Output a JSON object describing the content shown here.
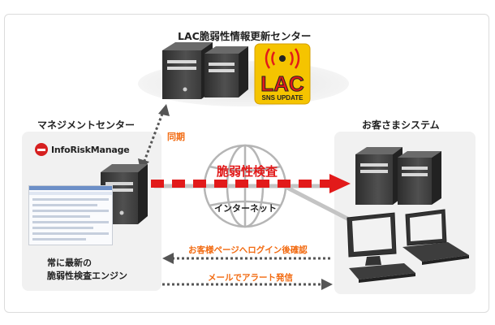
{
  "labels": {
    "lac_center": "LAC脆弱性情報更新センター",
    "lac_badge_main": "LAC",
    "lac_badge_sub": "SNS UPDATE",
    "management_center": "マネジメントセンター",
    "sync": "同期",
    "logo_text": "InfoRiskManage",
    "engine_line1": "常に最新の",
    "engine_line2": "脆弱性検査エンジン",
    "vuln_check": "脆弱性検査",
    "internet": "インターネット",
    "customer_system": "お客さまシステム",
    "login_confirm": "お客様ページへログイン後確認",
    "alert_mail": "メールでアラート発信"
  },
  "icons": [
    "server-icon",
    "sns-update-badge-icon",
    "globe-icon",
    "desktop-computer-icon",
    "laptop-icon",
    "infoRiskManage-logo-icon"
  ],
  "colors": {
    "accent_orange": "#f26a10",
    "accent_red": "#e21a1a",
    "server_dark": "#3a3a3a",
    "panel_gray": "#f1f1f1",
    "badge_yellow": "#f5c400"
  }
}
